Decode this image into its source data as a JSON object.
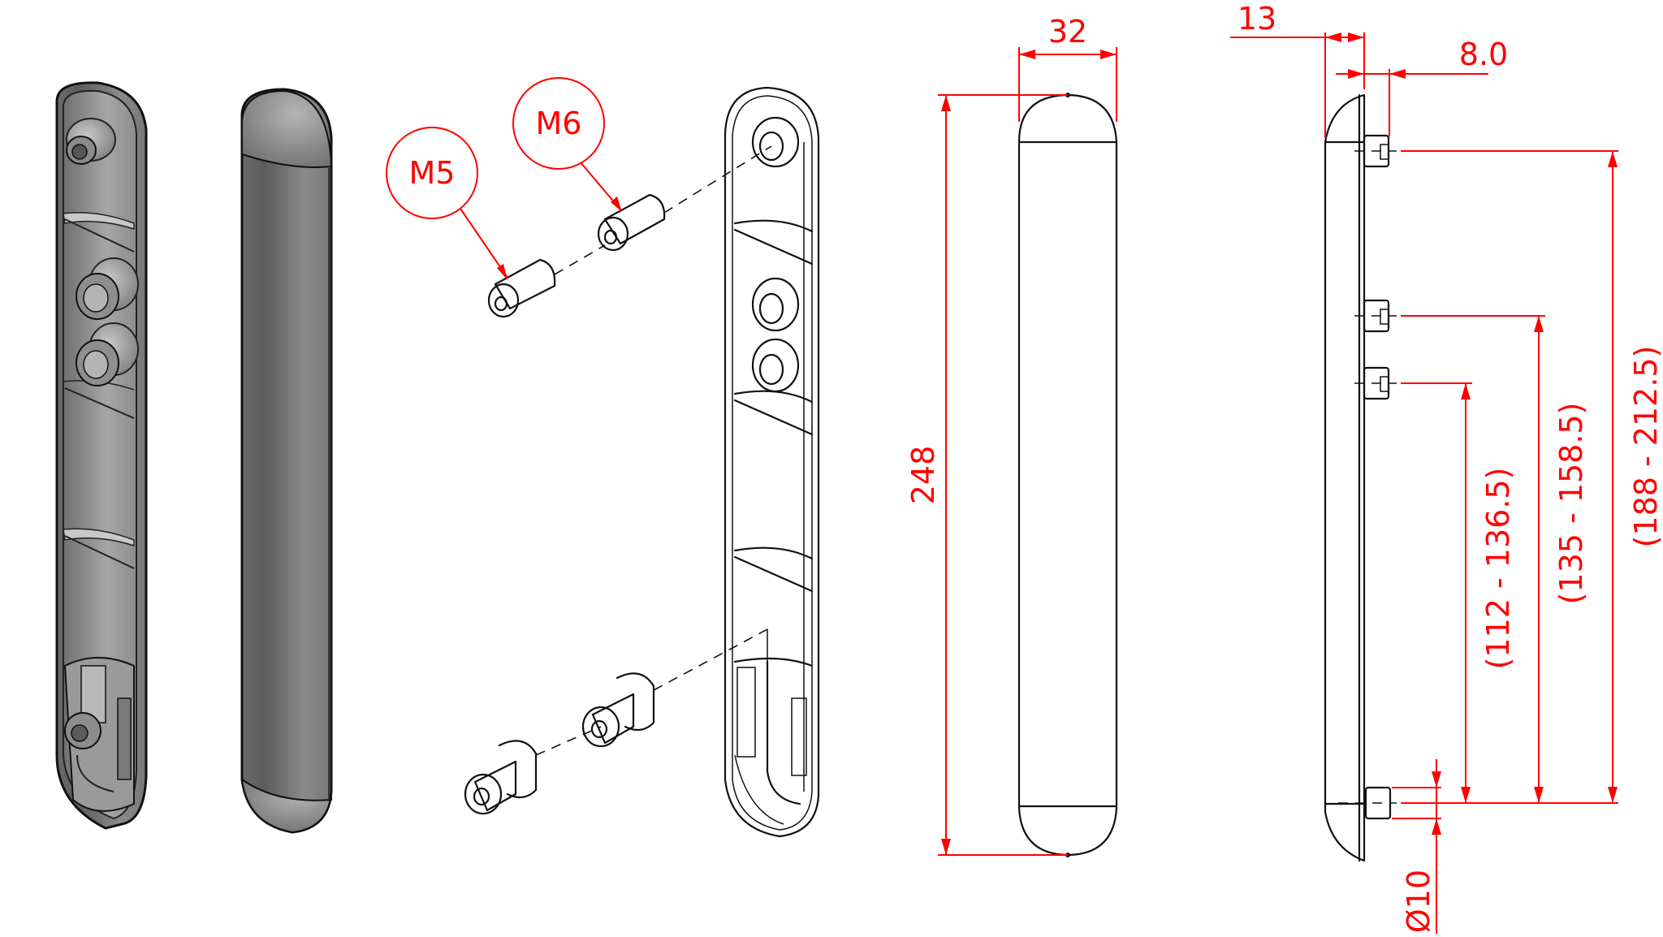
{
  "drawing": {
    "views": {
      "iso_back": {
        "label": "Handle back view (shaded isometric)"
      },
      "iso_front": {
        "label": "Handle front view (shaded isometric)"
      },
      "exploded": {
        "label": "Exploded isometric view with inserts"
      },
      "front_view": {
        "label": "Front orthographic view"
      },
      "side_view": {
        "label": "Side orthographic view"
      }
    },
    "balloons": [
      {
        "id": "m5",
        "text": "M5"
      },
      {
        "id": "m6",
        "text": "M6"
      }
    ],
    "dimensions": {
      "width": "32",
      "length": "248",
      "depth": "13",
      "insert_protrusion": "8.0",
      "insert_diameter": "Ø10",
      "hole_spacing_small": "(112 - 136.5)",
      "hole_spacing_medium": "(135 - 158.5)",
      "hole_spacing_large": "(188 - 212.5)"
    },
    "colors": {
      "dimension": "#ff0000",
      "line": "#111111",
      "shade_dark": "#5a5a5a",
      "shade_light": "#b8b8b8"
    }
  }
}
